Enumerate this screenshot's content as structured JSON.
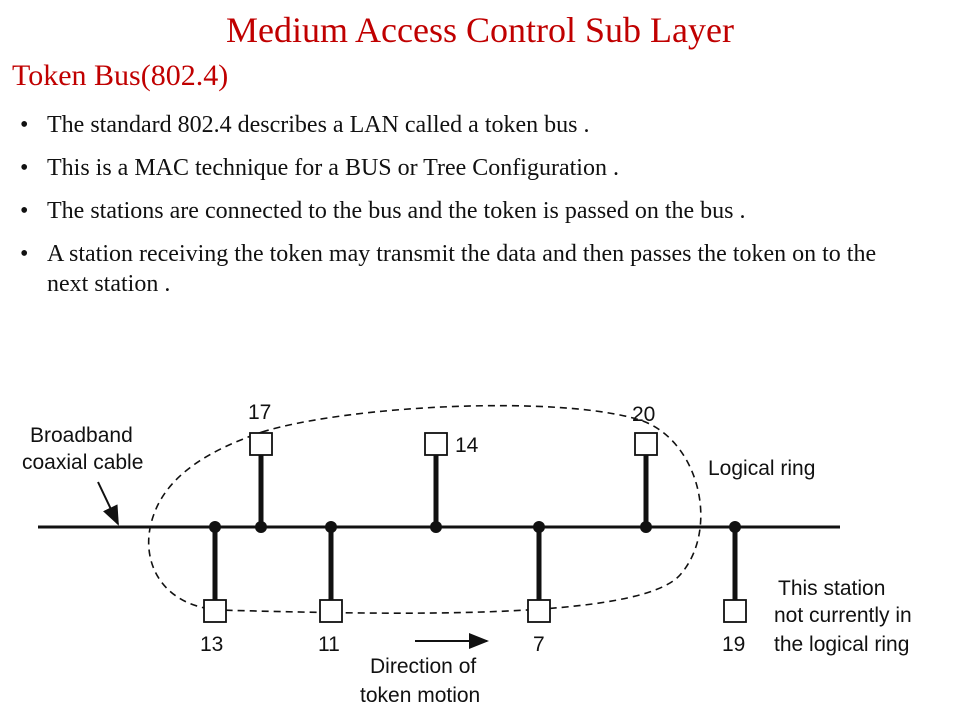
{
  "title": "Medium Access Control Sub Layer",
  "subtitle": "Token Bus(802.4)",
  "bullets": [
    "The standard 802.4 describes a LAN called a token bus .",
    "This is a MAC technique for a BUS or Tree Configuration .",
    "The stations are connected to the bus and the token is passed on the bus .",
    "A station receiving the token may transmit the data and then passes the token on to the next station ."
  ],
  "diagram": {
    "cable_label": [
      "Broadband",
      "coaxial cable"
    ],
    "ring_label": "Logical ring",
    "stations": {
      "s17": "17",
      "s14": "14",
      "s20": "20",
      "s13": "13",
      "s11": "11",
      "s7": "7",
      "s19": "19"
    },
    "off_ring_label": [
      "This station",
      "not currently in",
      "the logical ring"
    ],
    "direction_label": [
      "Direction of",
      "token motion"
    ]
  }
}
